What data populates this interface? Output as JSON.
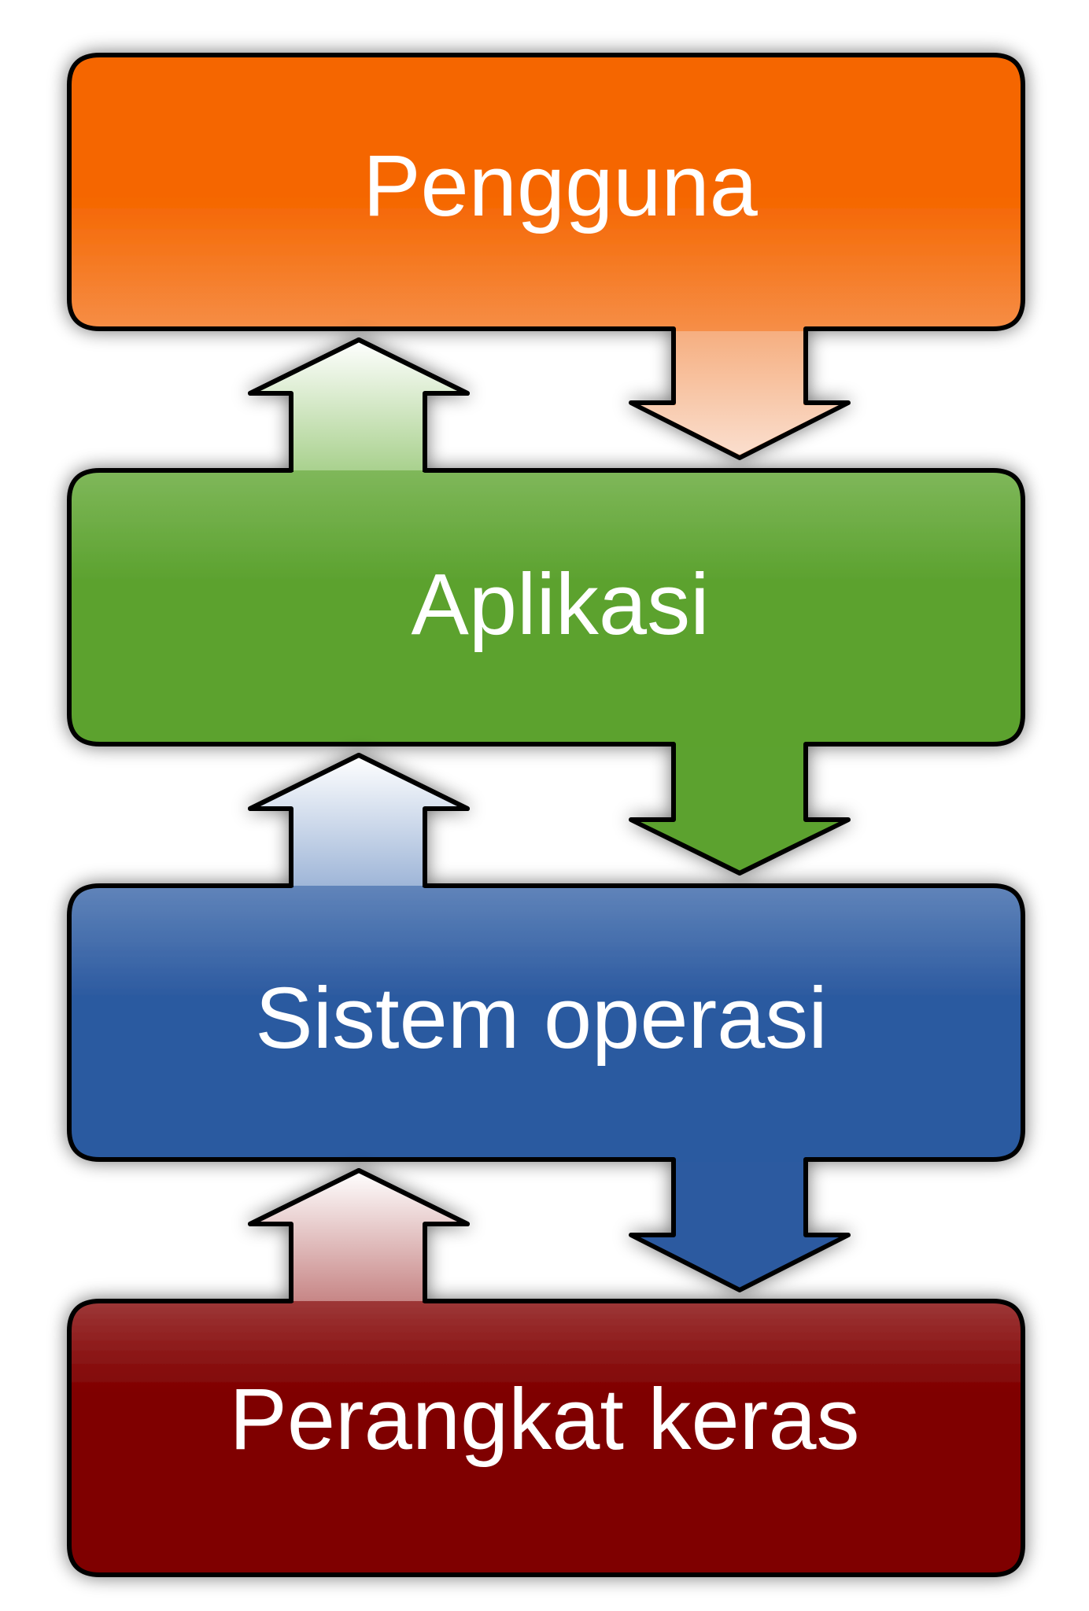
{
  "diagram": {
    "layers": [
      {
        "id": "user",
        "label": "Pengguna",
        "color_top": "#f56600",
        "color_bottom": "#f6b48a"
      },
      {
        "id": "application",
        "label": "Aplikasi",
        "color_top": "#a9d18e",
        "color_bottom": "#5ca22f"
      },
      {
        "id": "operating-system",
        "label": "Sistem operasi",
        "color_top": "#9fb6d8",
        "color_bottom": "#2c5aa0"
      },
      {
        "id": "hardware",
        "label": "Perangkat keras",
        "color_top": "#c78686",
        "color_bottom": "#7f0000"
      }
    ],
    "outline_color": "#000000",
    "text_color": "#ffffff"
  }
}
